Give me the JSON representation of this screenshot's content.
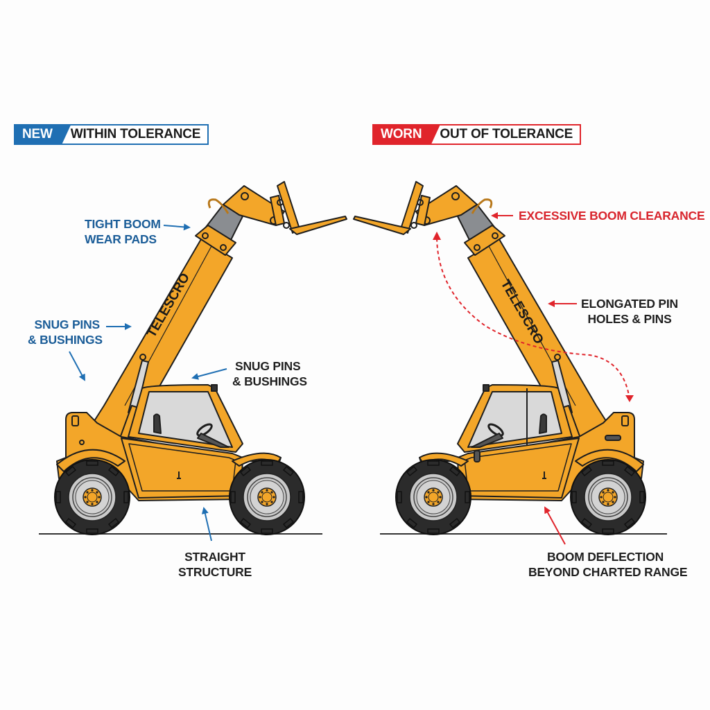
{
  "left_panel": {
    "badge": {
      "tag": "NEW",
      "text": "WITHIN TOLERANCE",
      "color": "#1f6fb3"
    },
    "boom_brand": "TELESCRO",
    "callouts": {
      "wear_pads": {
        "line1": "TIGHT BOOM",
        "line2": "WEAR PADS"
      },
      "pins_left": {
        "line1": "SNUG PINS",
        "line2": "& BUSHINGS"
      },
      "pins_cab": {
        "line1": "SNUG PINS",
        "line2": "& BUSHINGS"
      },
      "structure": {
        "line1": "STRAIGHT",
        "line2": "STRUCTURE"
      }
    },
    "arrow_color": "#1f6fb3"
  },
  "right_panel": {
    "badge": {
      "tag": "WORN",
      "text": "OUT OF TOLERANCE",
      "color": "#e0242b"
    },
    "boom_brand": "TELESCRO",
    "callouts": {
      "clearance": {
        "line1": "EXCESSIVE BOOM CLEARANCE"
      },
      "pin_holes": {
        "line1": "ELONGATED PIN",
        "line2": "HOLES & PINS"
      },
      "deflection": {
        "line1": "BOOM DEFLECTION",
        "line2": "BEYOND CHARTED RANGE"
      }
    },
    "arrow_color": "#e0242b"
  },
  "colors": {
    "machine_body": "#f3a629",
    "outline": "#1e1e1e",
    "tire": "#2b2b2b",
    "rim": "#c8c8c8",
    "glass": "#d9d9d9",
    "boom_inner": "#8a8d91",
    "ground": "#333333"
  }
}
